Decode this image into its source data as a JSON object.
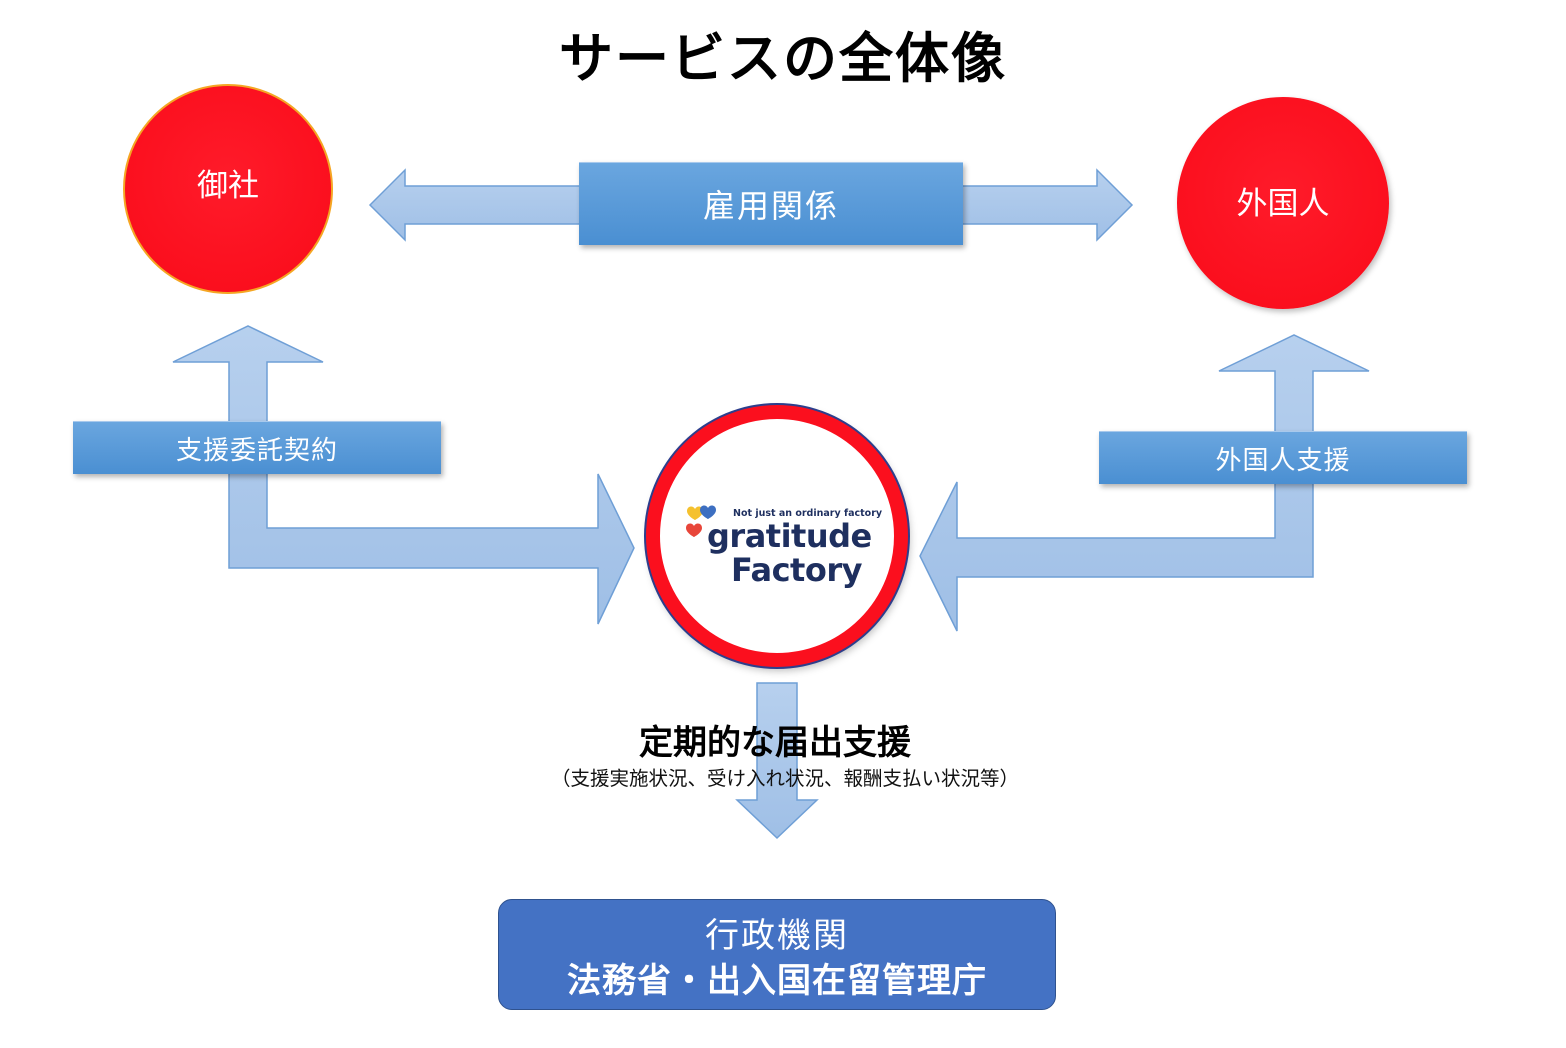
{
  "title": "サービスの全体像",
  "nodes": {
    "company": "御社",
    "foreigner": "外国人"
  },
  "relations": {
    "employment": "雇用関係",
    "support_contract": "支援委託契約",
    "foreigner_support": "外国人支援"
  },
  "center_logo": {
    "tagline": "Not just an ordinary factory",
    "word1": "gratitude",
    "word2": "Factory"
  },
  "filing": {
    "title": "定期的な届出支援",
    "subtitle": "（支援実施状況、受け入れ状況、報酬支払い状況等）"
  },
  "agency": {
    "line1": "行政機関",
    "line2": "法務省・出入国在留管理庁"
  },
  "colors": {
    "node_red": "#fb0f1e",
    "arrow_fill": "#a9c6e8",
    "arrow_stroke": "#6f9fd6",
    "label_blue": "#5b9bd5",
    "agency_blue": "#4472c4",
    "logo_navy": "#1e2f5f"
  }
}
